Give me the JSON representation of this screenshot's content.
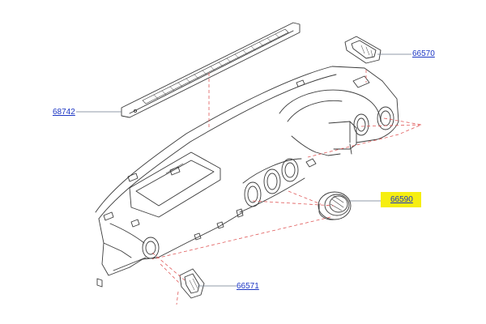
{
  "diagram": {
    "parts": [
      {
        "id": "68742",
        "label": "68742",
        "name": "defroster-grille"
      },
      {
        "id": "66570",
        "label": "66570",
        "name": "side-vent-upper-right"
      },
      {
        "id": "66590",
        "label": "66590",
        "name": "round-center-vent",
        "highlighted": true
      },
      {
        "id": "66571",
        "label": "66571",
        "name": "side-vent-lower-left"
      }
    ],
    "colors": {
      "line": "#3a3a3a",
      "leader": "#6b7a8c",
      "dashed": "#e05a5a",
      "callout_text": "#1c36c4",
      "highlight": "#f6ee10"
    }
  }
}
